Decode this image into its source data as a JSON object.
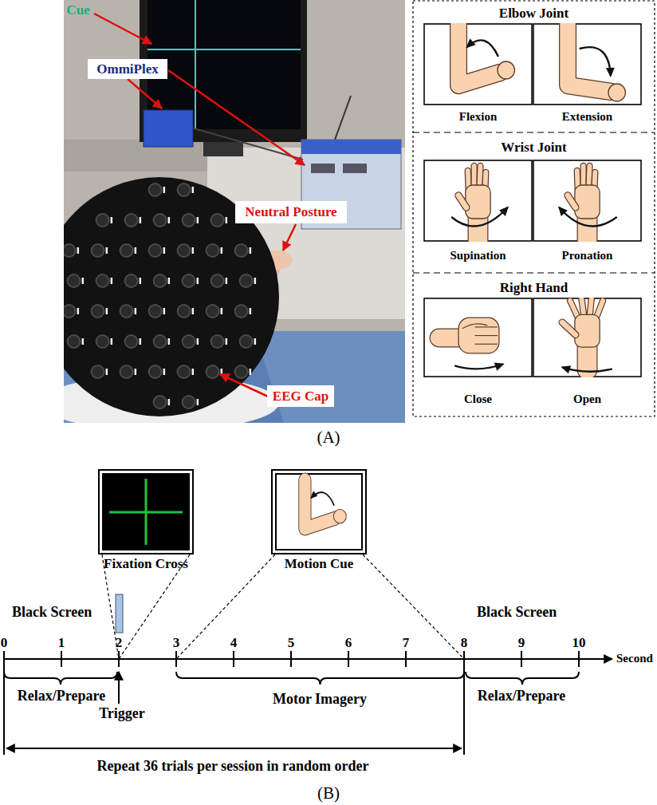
{
  "diagram": {
    "nodes": [
      {
        "text": [
          "OmmiPlex"
        ]
      },
      {
        "text": [
          "Neutral Posture"
        ]
      },
      {
        "text": [
          "EEG Cap"
        ]
      },
      {
        "text": [
          "Elbow Joint"
        ]
      },
      {
        "text": [
          "Flexion"
        ],
        "in": 3
      },
      {
        "text": [
          "Extension"
        ],
        "in": 3
      },
      {
        "text": [
          "Wrist Joint"
        ]
      },
      {
        "text": [
          "Supination"
        ],
        "in": 6
      },
      {
        "text": [
          "Pronation"
        ],
        "in": 6
      },
      {
        "text": [
          "Right Hand"
        ]
      },
      {
        "text": [
          "Close"
        ],
        "in": 9
      },
      {
        "text": [
          "Open"
        ],
        "in": 9
      },
      {
        "text": [
          "Fixation Cross"
        ]
      },
      {
        "text": [
          "Motion Cue"
        ]
      }
    ],
    "labels": [
      "Cue",
      "(A)",
      "Black Screen",
      "0",
      "1",
      "2",
      "3",
      "4",
      "5",
      "6",
      "7",
      "8",
      "9",
      "10",
      "Second",
      "Black Screen",
      "Relax/Prepare",
      "Trigger",
      "Motor Imagery",
      "Relax/Prepare",
      "Repeat 36 trials per session in random order",
      "(B)"
    ]
  }
}
